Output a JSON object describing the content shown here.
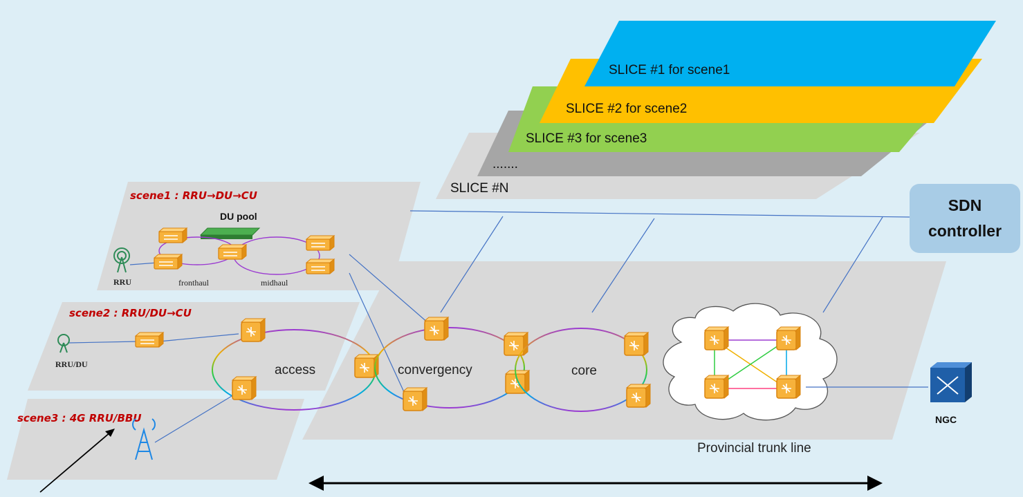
{
  "slices": [
    {
      "label": "SLICE #1 for scene1",
      "color": "#00b0f0"
    },
    {
      "label": "SLICE #2 for scene2",
      "color": "#ffc000"
    },
    {
      "label": "SLICE #3 for scene3",
      "color": "#92d050"
    },
    {
      "label": ".......",
      "color": "#a6a6a6"
    },
    {
      "label": "SLICE #N",
      "color": "#d9d9d9"
    }
  ],
  "sdn_controller": {
    "line1": "SDN",
    "line2": "controller",
    "color": "#a8cce6"
  },
  "scenes": {
    "scene1": {
      "title": "scene1 : RRU→DU→CU",
      "du_pool": "DU pool",
      "rru": "RRU",
      "fronthaul": "fronthaul",
      "midhaul": "midhaul"
    },
    "scene2": {
      "title": "scene2 : RRU/DU→CU",
      "rru_du": "RRU/DU"
    },
    "scene3": {
      "title": "scene3 : 4G RRU/BBU"
    }
  },
  "rings": {
    "access": "access",
    "convergency": "convergency",
    "core": "core"
  },
  "trunk": "Provincial trunk line",
  "ngc": "NGC",
  "colors": {
    "router": "#f5a623",
    "router_dark": "#d98410",
    "ring": "#9b3bd1",
    "link": "#4472c4",
    "plane": "#d9d9d9"
  }
}
